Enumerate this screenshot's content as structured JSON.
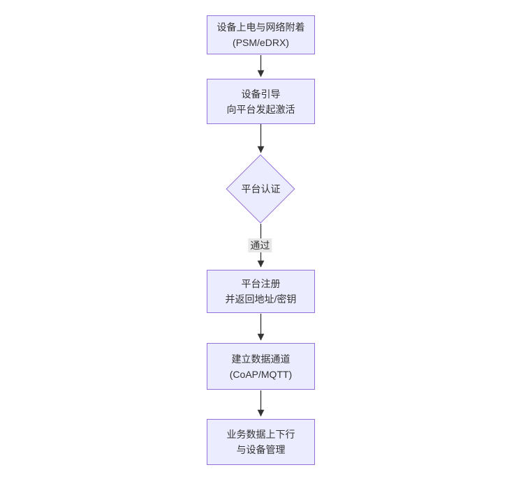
{
  "diagram": {
    "type": "flowchart",
    "direction": "top-down",
    "background": "#ffffff",
    "colors": {
      "node_fill": "#ececff",
      "node_border": "#9370db",
      "text": "#333333",
      "arrow": "#333333",
      "edge_label_bg": "#e8e8e8"
    },
    "nodes": [
      {
        "id": "power-attach",
        "shape": "rect",
        "line1": "设备上电与网络附着",
        "line2": "(PSM/eDRX)"
      },
      {
        "id": "bootstrap",
        "shape": "rect",
        "line1": "设备引导",
        "line2": "向平台发起激活"
      },
      {
        "id": "platform-auth",
        "shape": "diamond",
        "line1": "平台认证",
        "line2": ""
      },
      {
        "id": "platform-register",
        "shape": "rect",
        "line1": "平台注册",
        "line2": "并返回地址/密钥"
      },
      {
        "id": "data-channel",
        "shape": "rect",
        "line1": "建立数据通道",
        "line2": "(CoAP/MQTT)"
      },
      {
        "id": "business-data",
        "shape": "rect",
        "line1": "业务数据上下行",
        "line2": "与设备管理"
      }
    ],
    "edges": [
      {
        "from": "power-attach",
        "to": "bootstrap",
        "label": ""
      },
      {
        "from": "bootstrap",
        "to": "platform-auth",
        "label": ""
      },
      {
        "from": "platform-auth",
        "to": "platform-register",
        "label": "通过"
      },
      {
        "from": "platform-register",
        "to": "data-channel",
        "label": ""
      },
      {
        "from": "data-channel",
        "to": "business-data",
        "label": ""
      }
    ]
  }
}
